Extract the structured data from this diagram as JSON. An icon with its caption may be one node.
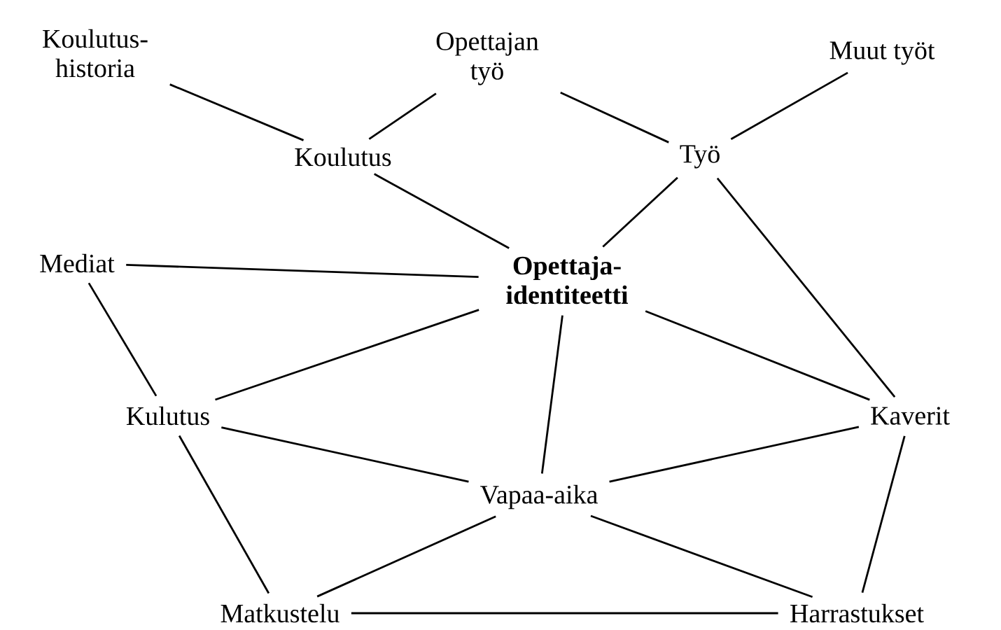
{
  "diagram": {
    "nodes": [
      {
        "text": [
          "Koulutus- historia"
        ]
      },
      {
        "text": [
          "Opettajan työ"
        ]
      },
      {
        "text": [
          "Muut työt"
        ]
      },
      {
        "text": [
          "Koulutus"
        ]
      },
      {
        "text": [
          "Työ"
        ]
      },
      {
        "text": [
          "Mediat"
        ]
      },
      {
        "text": [
          "Opettaja- identiteetti"
        ]
      },
      {
        "text": [
          "Kulutus"
        ]
      },
      {
        "text": [
          "Kaverit"
        ]
      },
      {
        "text": [
          "Vapaa-aika"
        ]
      },
      {
        "text": [
          "Matkustelu"
        ]
      },
      {
        "text": [
          "Harrastukset"
        ]
      }
    ],
    "edges": [
      {
        "from": 0,
        "to": 3,
        "arrow": "none"
      },
      {
        "from": 1,
        "to": 3,
        "arrow": "none"
      },
      {
        "from": 1,
        "to": 4,
        "arrow": "none"
      },
      {
        "from": 2,
        "to": 4,
        "arrow": "none"
      },
      {
        "from": 3,
        "to": 6,
        "arrow": "none"
      },
      {
        "from": 4,
        "to": 6,
        "arrow": "none"
      },
      {
        "from": 4,
        "to": 8,
        "arrow": "none"
      },
      {
        "from": 5,
        "to": 6,
        "arrow": "none"
      },
      {
        "from": 5,
        "to": 7,
        "arrow": "none"
      },
      {
        "from": 7,
        "to": 6,
        "arrow": "none"
      },
      {
        "from": 6,
        "to": 8,
        "arrow": "none"
      },
      {
        "from": 6,
        "to": 9,
        "arrow": "none"
      },
      {
        "from": 7,
        "to": 9,
        "arrow": "none"
      },
      {
        "from": 7,
        "to": 10,
        "arrow": "none"
      },
      {
        "from": 8,
        "to": 9,
        "arrow": "none"
      },
      {
        "from": 8,
        "to": 11,
        "arrow": "none"
      },
      {
        "from": 9,
        "to": 10,
        "arrow": "none"
      },
      {
        "from": 9,
        "to": 11,
        "arrow": "none"
      },
      {
        "from": 10,
        "to": 11,
        "arrow": "none"
      }
    ]
  }
}
